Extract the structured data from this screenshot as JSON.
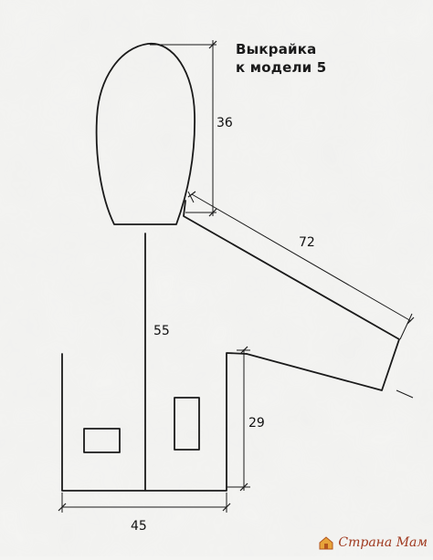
{
  "title_line1": "Выкрайка",
  "title_line2": "к модели 5",
  "dimensions": {
    "hood_height": "36",
    "sleeve_length": "72",
    "body_length": "55",
    "side_height": "29",
    "width": "45"
  },
  "watermark": {
    "text": "Страна Мам",
    "color": "#a03a20"
  },
  "colors": {
    "line": "#1a1a1a",
    "background": "#f4f4f2"
  }
}
